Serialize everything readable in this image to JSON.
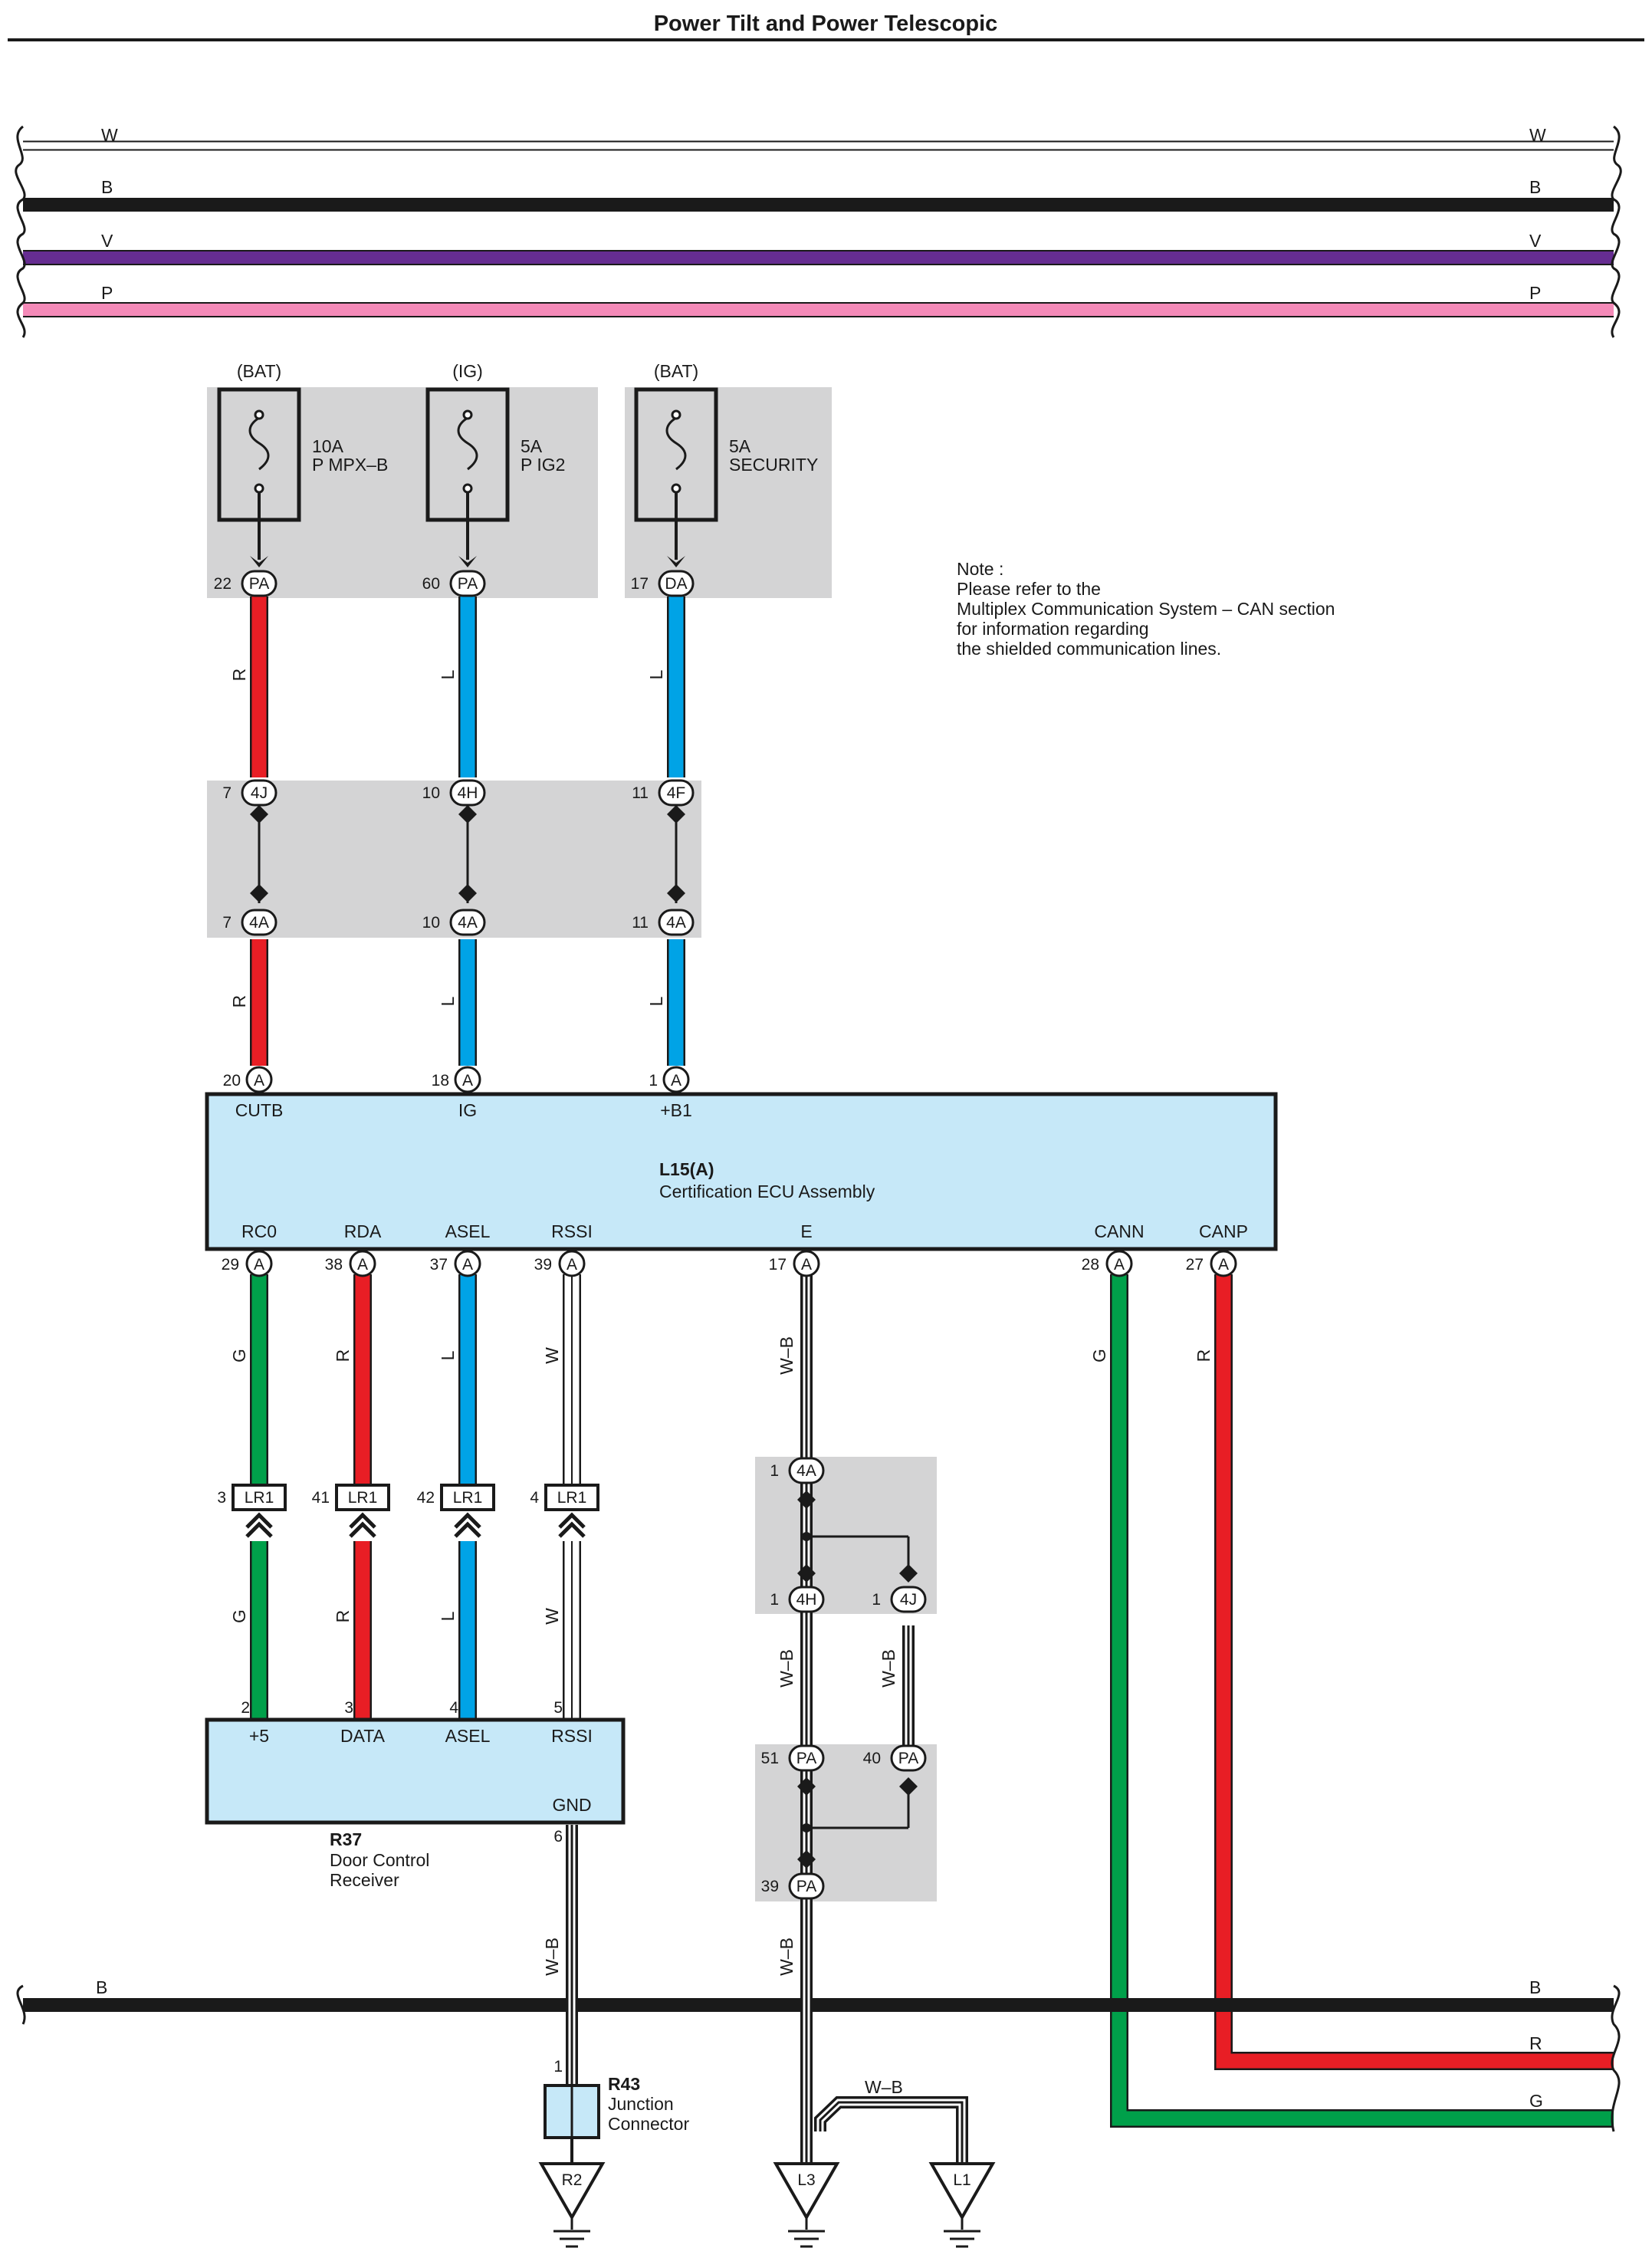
{
  "title": "Power Tilt and Power Telescopic",
  "colors": {
    "red": "#e81e25",
    "blue": "#00a3e6",
    "green": "#00a04a",
    "black": "#1a1a1a",
    "purple": "#662d91",
    "pink": "#f48ab8",
    "ecu_fill": "#c6e8f8",
    "connector_box": "#d4d4d5"
  },
  "top_buses": [
    "W",
    "B",
    "V",
    "P"
  ],
  "power_sources": [
    {
      "source": "(BAT)",
      "amp": "10A",
      "name": "P MPX–B"
    },
    {
      "source": "(IG)",
      "amp": "5A",
      "name": "P IG2"
    },
    {
      "source": "(BAT)",
      "amp": "5A",
      "name": "SECURITY"
    }
  ],
  "note": {
    "lines": [
      "Note :",
      "Please refer to the",
      "Multiplex Communication System – CAN section",
      "for information regarding",
      "the shielded communication lines."
    ]
  },
  "connectors": {
    "fuse_out": [
      {
        "pin": "22",
        "code": "PA"
      },
      {
        "pin": "60",
        "code": "PA"
      },
      {
        "pin": "17",
        "code": "DA"
      }
    ],
    "upper_join": [
      {
        "pin": "7",
        "code": "4J"
      },
      {
        "pin": "10",
        "code": "4H"
      },
      {
        "pin": "11",
        "code": "4F"
      }
    ],
    "lower_join": [
      {
        "pin": "7",
        "code": "4A"
      },
      {
        "pin": "10",
        "code": "4A"
      },
      {
        "pin": "11",
        "code": "4A"
      }
    ],
    "ecu_top": [
      {
        "pin": "20",
        "code": "A",
        "term": "CUTB"
      },
      {
        "pin": "18",
        "code": "A",
        "term": "IG"
      },
      {
        "pin": "1",
        "code": "A",
        "term": "+B1"
      }
    ],
    "ecu_bottom": [
      {
        "pin": "29",
        "code": "A",
        "term": "RC0"
      },
      {
        "pin": "38",
        "code": "A",
        "term": "RDA"
      },
      {
        "pin": "37",
        "code": "A",
        "term": "ASEL"
      },
      {
        "pin": "39",
        "code": "A",
        "term": "RSSI"
      },
      {
        "pin": "17",
        "code": "A",
        "term": "E"
      },
      {
        "pin": "28",
        "code": "A",
        "term": "CANN"
      },
      {
        "pin": "27",
        "code": "A",
        "term": "CANP"
      }
    ],
    "lr1": [
      {
        "pin": "3",
        "code": "LR1"
      },
      {
        "pin": "41",
        "code": "LR1"
      },
      {
        "pin": "42",
        "code": "LR1"
      },
      {
        "pin": "4",
        "code": "LR1"
      }
    ],
    "receiver_pins": [
      {
        "pin": "2",
        "term": "+5"
      },
      {
        "pin": "3",
        "term": "DATA"
      },
      {
        "pin": "4",
        "term": "ASEL"
      },
      {
        "pin": "5",
        "term": "RSSI"
      }
    ],
    "receiver_gnd": {
      "pin": "6",
      "term": "GND"
    },
    "ground_path": [
      {
        "pin": "1",
        "code": "4A"
      },
      {
        "pin": "1",
        "code": "4H"
      },
      {
        "pin": "1",
        "code": "4J"
      },
      {
        "pin": "51",
        "code": "PA"
      },
      {
        "pin": "40",
        "code": "PA"
      },
      {
        "pin": "39",
        "code": "PA"
      }
    ],
    "junction_pin": "1"
  },
  "wire_labels": {
    "r": "R",
    "l": "L",
    "g": "G",
    "w": "W",
    "wb": "W–B"
  },
  "ecu": {
    "ref": "L15(A)",
    "name": "Certification ECU Assembly"
  },
  "receiver": {
    "ref": "R37",
    "name_lines": [
      "Door Control",
      "Receiver"
    ]
  },
  "junction": {
    "ref": "R43",
    "name_lines": [
      "Junction",
      "Connector"
    ]
  },
  "grounds": [
    "R2",
    "L3",
    "L1"
  ],
  "bottom_buses": [
    "B",
    "R",
    "G"
  ]
}
